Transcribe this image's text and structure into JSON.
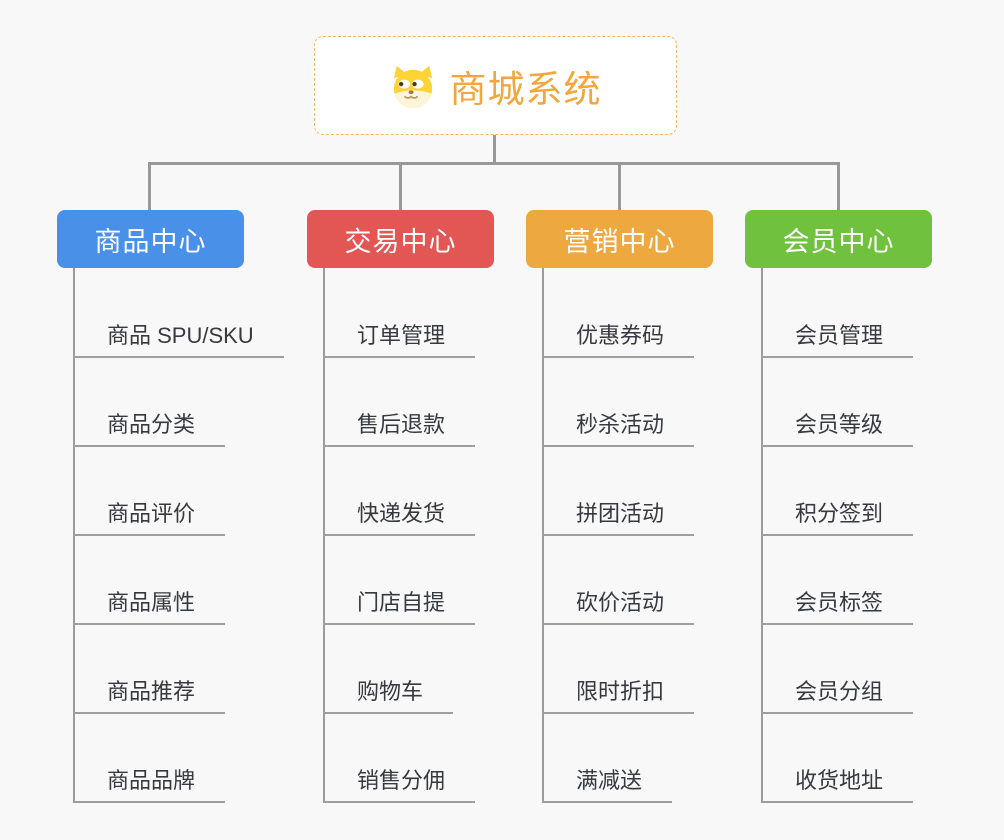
{
  "page": {
    "background": "#f8f8f8",
    "connector_color": "#999999"
  },
  "root": {
    "label": "商城系统",
    "icon": "dog-face-icon",
    "text_color": "#f2a63c",
    "border_color": "#f4b763"
  },
  "branches": [
    {
      "label": "商品中心",
      "color": "#4990e8",
      "children": [
        "商品 SPU/SKU",
        "商品分类",
        "商品评价",
        "商品属性",
        "商品推荐",
        "商品品牌"
      ]
    },
    {
      "label": "交易中心",
      "color": "#e25654",
      "children": [
        "订单管理",
        "售后退款",
        "快递发货",
        "门店自提",
        "购物车",
        "销售分佣"
      ]
    },
    {
      "label": "营销中心",
      "color": "#eda93f",
      "children": [
        "优惠券码",
        "秒杀活动",
        "拼团活动",
        "砍价活动",
        "限时折扣",
        "满减送"
      ]
    },
    {
      "label": "会员中心",
      "color": "#6fc13e",
      "children": [
        "会员管理",
        "会员等级",
        "积分签到",
        "会员标签",
        "会员分组",
        "收货地址"
      ]
    }
  ]
}
